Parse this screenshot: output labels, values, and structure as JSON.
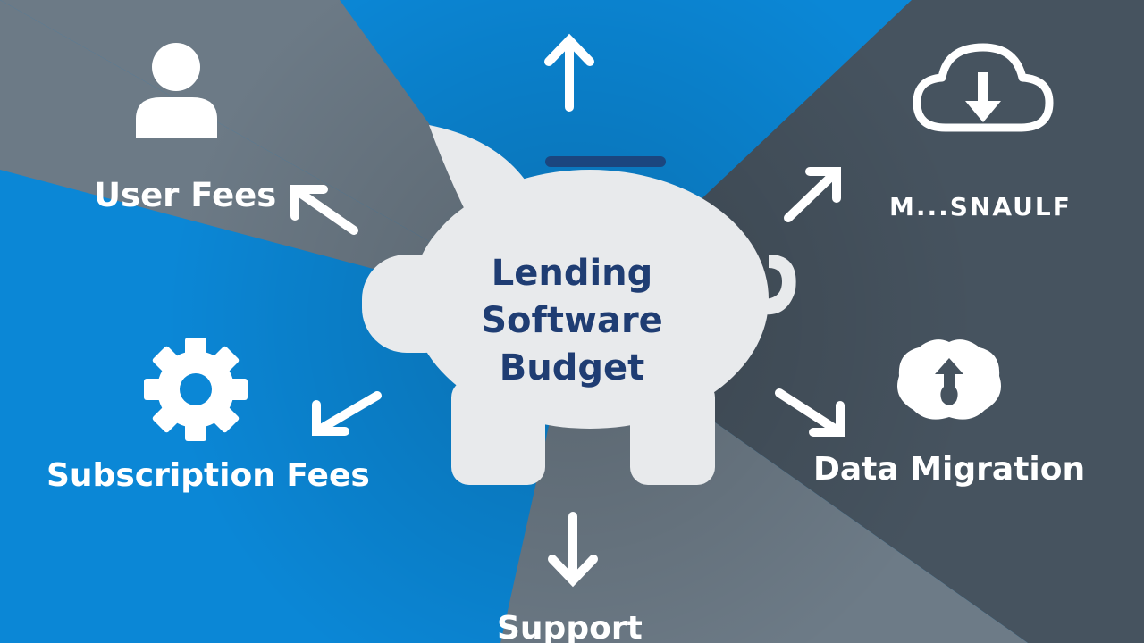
{
  "title": {
    "lines": [
      "Lending",
      "Software",
      "Budget"
    ]
  },
  "labels": {
    "user_fees": "User Fees",
    "subscription_fees": "Subscription Fees",
    "support": "Support",
    "data_migration": "Data Migration",
    "garbled": "M...SNAULF"
  },
  "icons": {
    "user": "user-icon",
    "gear": "gear-icon",
    "cloud": "cloud-download-icon",
    "migration": "migration-gear-icon",
    "pig": "piggy-bank-icon"
  },
  "colors": {
    "blue": "#0b87d6",
    "gray_light": "#6f7d88",
    "gray_dark": "#45525e",
    "pig": "#e8eaec",
    "title": "#1f3d73"
  }
}
